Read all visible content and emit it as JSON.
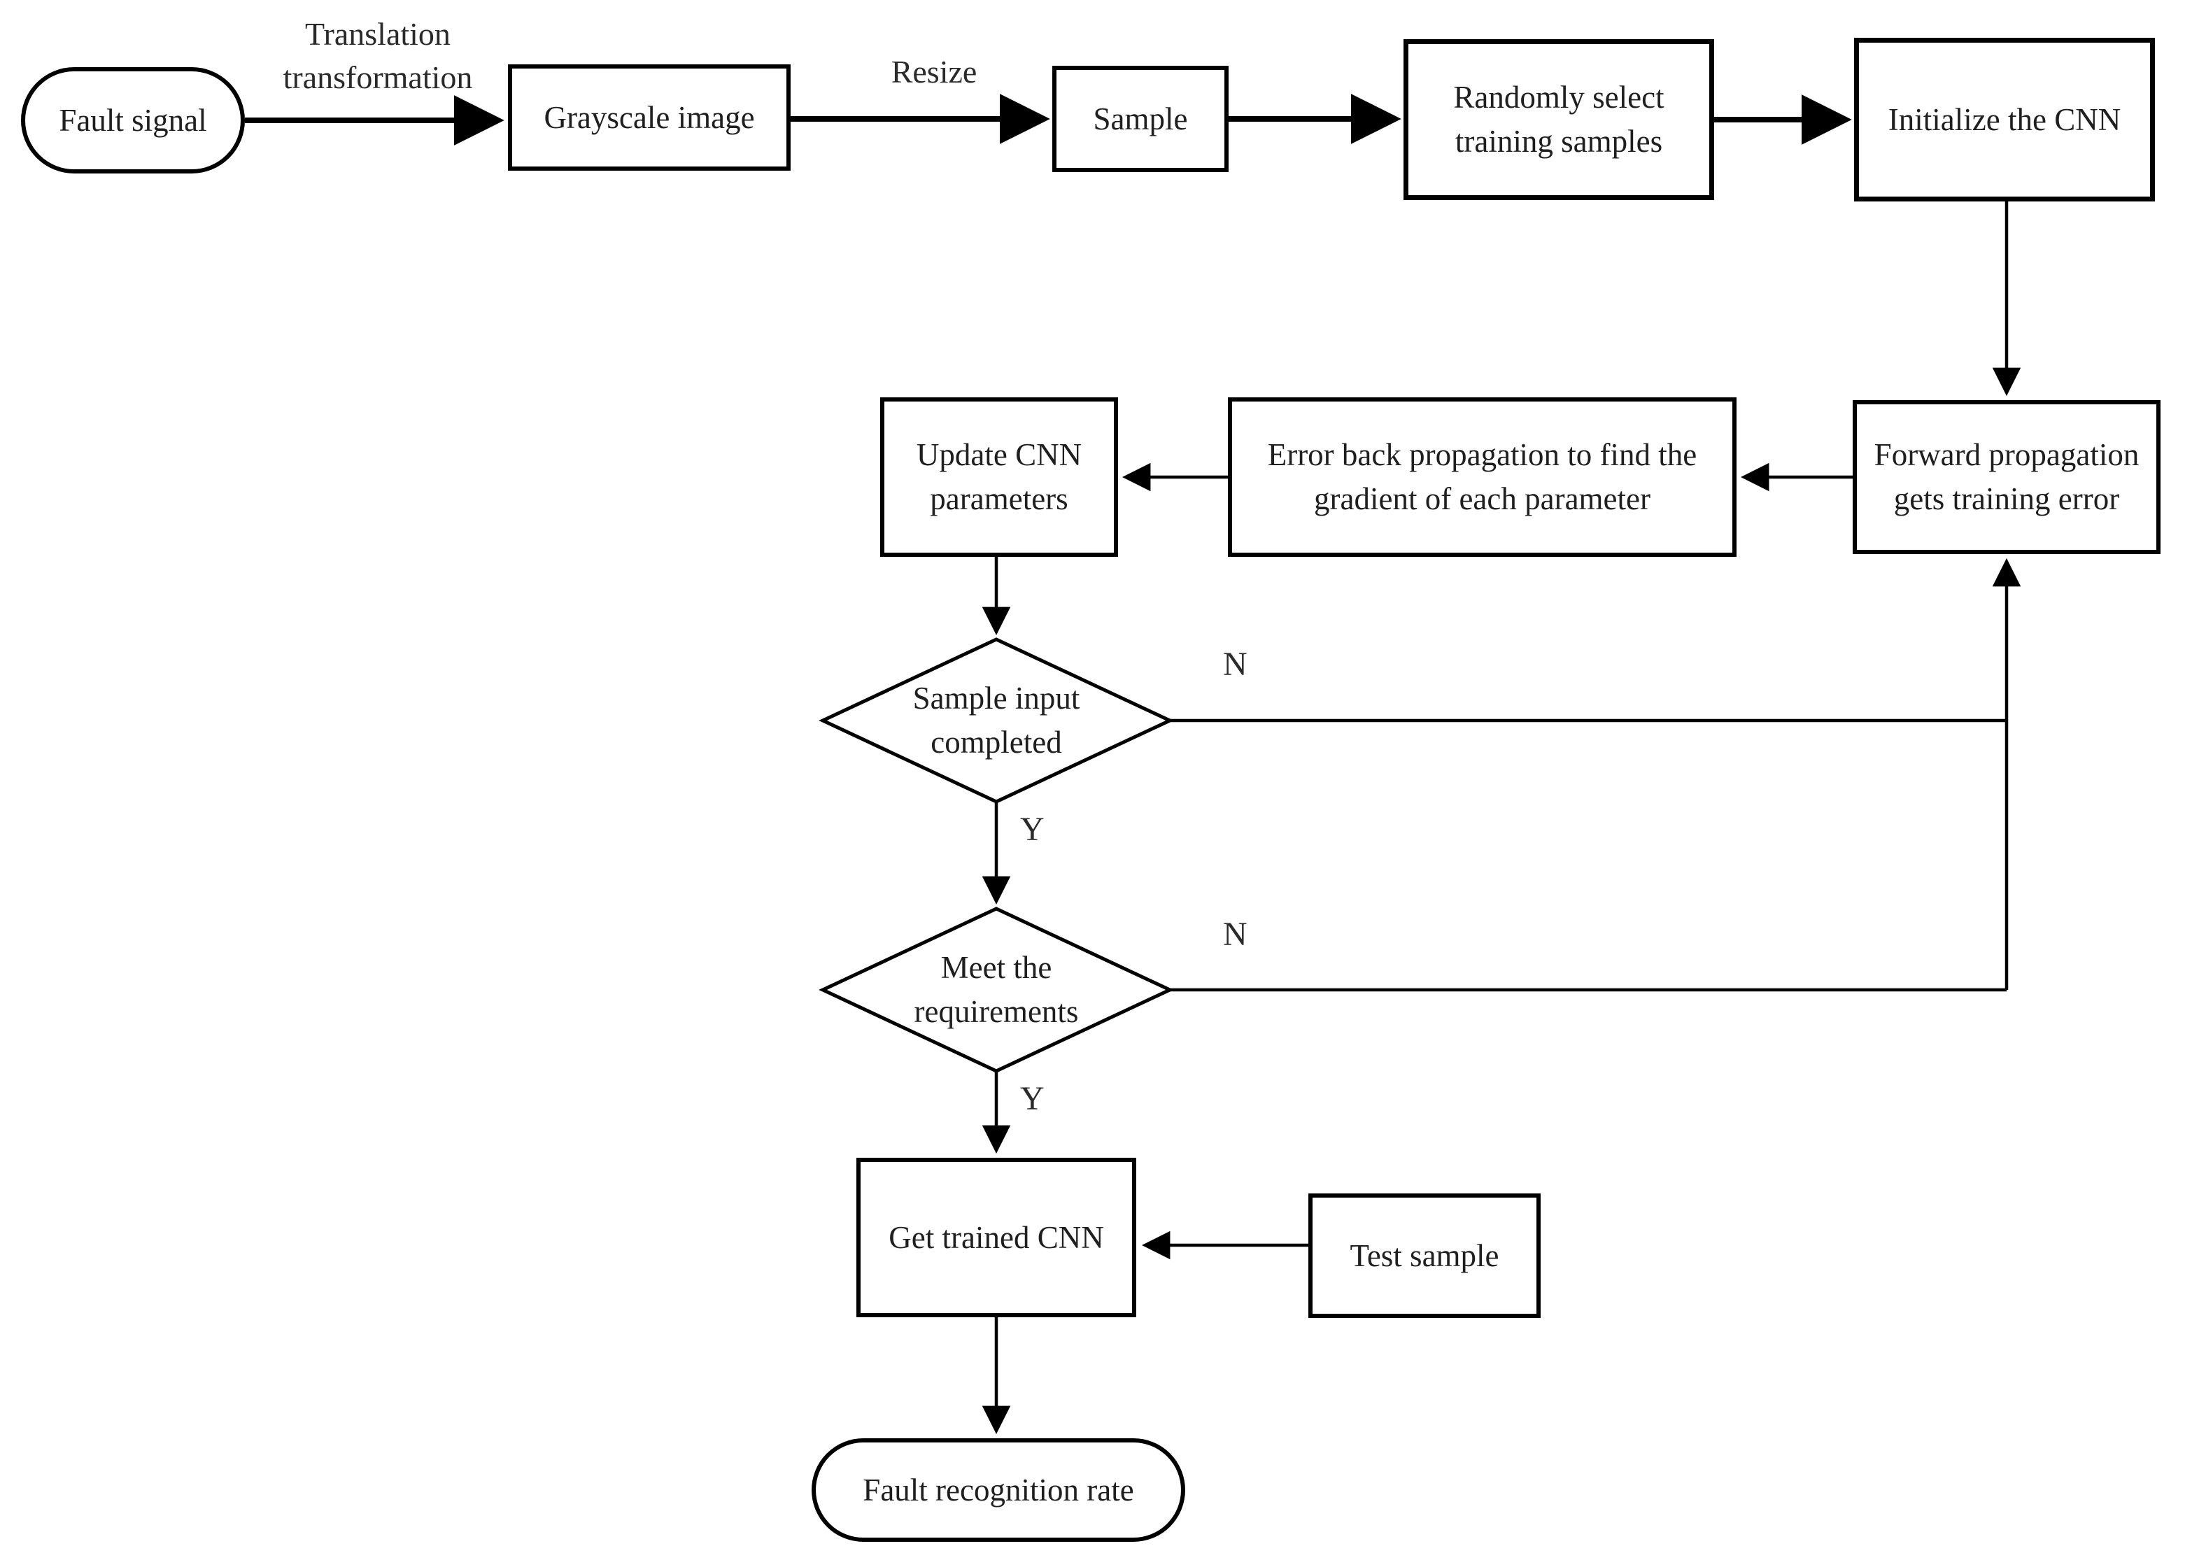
{
  "diagram": {
    "type": "flowchart",
    "background_color": "#ffffff",
    "line_color": "#000000",
    "text_color": "#1f1f1f",
    "nodes": [
      {
        "id": "fault-signal",
        "shape": "stadium",
        "label": "Fault signal"
      },
      {
        "id": "grayscale-image",
        "shape": "rect",
        "label": "Grayscale image"
      },
      {
        "id": "sample",
        "shape": "rect",
        "label": "Sample"
      },
      {
        "id": "randomly-select",
        "shape": "rect",
        "label": "Randomly select training samples"
      },
      {
        "id": "initialize-cnn",
        "shape": "rect",
        "label": "Initialize the CNN"
      },
      {
        "id": "forward-propagation",
        "shape": "rect",
        "label": "Forward propagation gets training error"
      },
      {
        "id": "error-back-propagation",
        "shape": "rect",
        "label": "Error back propagation to find the gradient of each parameter"
      },
      {
        "id": "update-cnn-parameters",
        "shape": "rect",
        "label": "Update CNN parameters"
      },
      {
        "id": "sample-input-completed",
        "shape": "diamond",
        "label": "Sample input completed"
      },
      {
        "id": "meet-the-requirements",
        "shape": "diamond",
        "label": "Meet the requirements"
      },
      {
        "id": "get-trained-cnn",
        "shape": "rect",
        "label": "Get trained CNN"
      },
      {
        "id": "test-sample",
        "shape": "rect",
        "label": "Test sample"
      },
      {
        "id": "fault-recognition-rate",
        "shape": "stadium",
        "label": "Fault recognition rate"
      }
    ],
    "edge_labels": {
      "translation": "Translation transformation",
      "resize": "Resize",
      "sample_input_no": "N",
      "sample_input_yes": "Y",
      "requirements_no": "N",
      "requirements_yes": "Y"
    }
  }
}
